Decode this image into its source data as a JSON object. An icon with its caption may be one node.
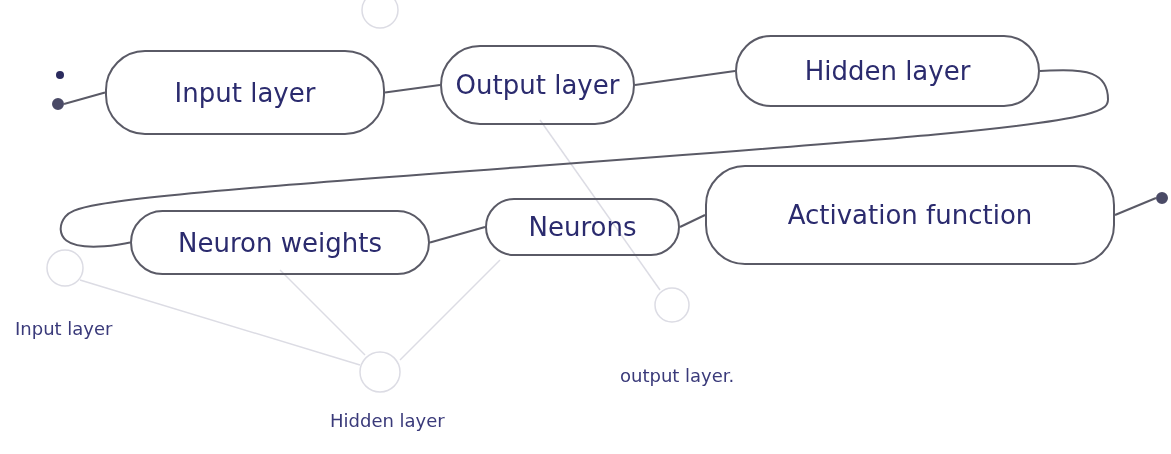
{
  "diagram": {
    "nodes": [
      {
        "text": [],
        "shape": "circle"
      },
      {
        "text": [
          "Input layer"
        ]
      },
      {
        "text": [
          "Output layer"
        ]
      },
      {
        "text": [
          "Hidden layer"
        ]
      },
      {
        "text": [
          "Neuron weights"
        ]
      },
      {
        "text": [
          "Neurons"
        ]
      },
      {
        "text": [
          "Activation function"
        ]
      },
      {
        "text": [],
        "shape": "circle"
      }
    ],
    "edges": [
      {
        "from": 0,
        "to": 1,
        "arrow": "none"
      },
      {
        "from": 1,
        "to": 2,
        "arrow": "none"
      },
      {
        "from": 2,
        "to": 3,
        "arrow": "none"
      },
      {
        "from": 3,
        "to": 4,
        "arrow": "none"
      },
      {
        "from": 4,
        "to": 5,
        "arrow": "none"
      },
      {
        "from": 5,
        "to": 6,
        "arrow": "none"
      },
      {
        "from": 6,
        "to": 7,
        "arrow": "none"
      }
    ],
    "labels": [
      "Input layer",
      "output layer.",
      "Hidden layer"
    ]
  }
}
